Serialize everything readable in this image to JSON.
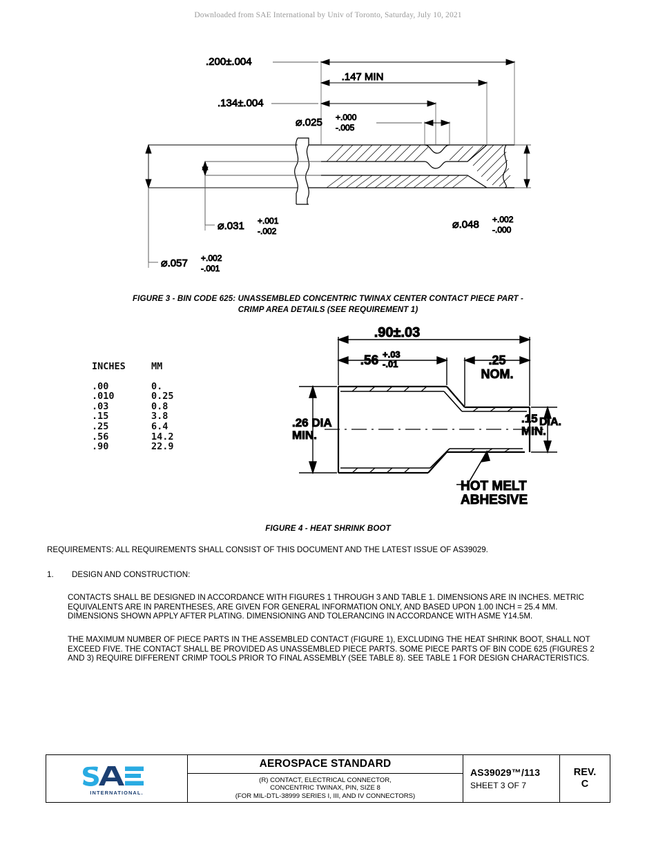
{
  "header": {
    "download_notice": "Downloaded from SAE International by Univ of Toronto, Saturday, July 10, 2021"
  },
  "figure3": {
    "caption_line1": "FIGURE 3 - BIN CODE 625: UNASSEMBLED CONCENTRIC TWINAX CENTER CONTACT PIECE PART -",
    "caption_line2": "CRIMP AREA DETAILS (SEE REQUIREMENT 1)",
    "dims": {
      "overall": ".200±.004",
      "min_147": ".147  MIN",
      "len_134": ".134±.004",
      "dia_025": ".025",
      "dia_025_plus": "+.000",
      "dia_025_minus": "-.005",
      "dia_031": ".031",
      "dia_031_plus": "+.001",
      "dia_031_minus": "-.002",
      "dia_057": ".057",
      "dia_057_plus": "+.002",
      "dia_057_minus": "-.001",
      "dia_048": ".048",
      "dia_048_plus": "+.002",
      "dia_048_minus": "-.000"
    }
  },
  "conversion_table": {
    "header": {
      "col1": "INCHES",
      "col2": "MM"
    },
    "rows": [
      {
        "inches": ".00",
        "mm": "0."
      },
      {
        "inches": ".010",
        "mm": "0.25"
      },
      {
        "inches": ".03",
        "mm": "0.8"
      },
      {
        "inches": ".15",
        "mm": "3.8"
      },
      {
        "inches": ".25",
        "mm": "6.4"
      },
      {
        "inches": ".56",
        "mm": "14.2"
      },
      {
        "inches": ".90",
        "mm": "22.9"
      }
    ]
  },
  "figure4": {
    "caption": "FIGURE 4 - HEAT SHRINK BOOT",
    "dims": {
      "overall": ".90±.03",
      "len_56": ".56",
      "len_56_plus": "+.03",
      "len_56_minus": "-.01",
      "len_25": ".25",
      "nom": "NOM.",
      "dia_26_l1": ".26 DIA",
      "dia_26_l2": "MIN.",
      "dia_15_l1": ".15",
      "dia_15_dia": "DIA.",
      "dia_15_l2": "MIN.",
      "adhesive_l1": "HOT MELT",
      "adhesive_l2": "ABHESIVE"
    }
  },
  "body": {
    "requirements": "REQUIREMENTS: ALL REQUIREMENTS SHALL CONSIST OF THIS DOCUMENT AND THE LATEST ISSUE OF AS39029.",
    "item1_num": "1.",
    "item1_title": "DESIGN AND CONSTRUCTION:",
    "para1": "CONTACTS SHALL BE DESIGNED IN ACCORDANCE WITH FIGURES 1 THROUGH 3 AND TABLE 1. DIMENSIONS ARE IN INCHES. METRIC EQUIVALENTS ARE IN PARENTHESES, ARE GIVEN FOR GENERAL INFORMATION ONLY, AND BASED UPON 1.00 INCH = 25.4 MM. DIMENSIONS SHOWN APPLY AFTER PLATING. DIMENSIONING AND TOLERANCING IN ACCORDANCE WITH ASME Y14.5M.",
    "para2": "THE MAXIMUM NUMBER OF PIECE PARTS IN THE ASSEMBLED CONTACT (FIGURE 1), EXCLUDING THE HEAT SHRINK BOOT, SHALL NOT EXCEED FIVE. THE CONTACT SHALL BE PROVIDED AS UNASSEMBLED PIECE PARTS. SOME PIECE PARTS OF BIN CODE 625 (FIGURES 2 AND 3) REQUIRE DIFFERENT CRIMP TOOLS PRIOR TO FINAL ASSEMBLY (SEE TABLE 8). SEE TABLE 1 FOR DESIGN CHARACTERISTICS."
  },
  "titleblock": {
    "logo_text": "SAE",
    "logo_sub": "INTERNATIONAL.",
    "standard_title": "AEROSPACE STANDARD",
    "subtitle_line1": "(R) CONTACT, ELECTRICAL CONNECTOR,",
    "subtitle_line2": "CONCENTRIC TWINAX, PIN, SIZE 8",
    "subtitle_line3": "(FOR MIL-DTL-38999 SERIES I, III, AND IV CONNECTORS)",
    "doc_number": "AS39029™/113",
    "sheet": "SHEET 3 OF 7",
    "rev_label": "REV.",
    "rev_value": "C"
  },
  "colors": {
    "logo_light_blue": "#29ABE2",
    "logo_dark_blue": "#1B3F72",
    "watermark_gray": "#9b9b9b"
  }
}
